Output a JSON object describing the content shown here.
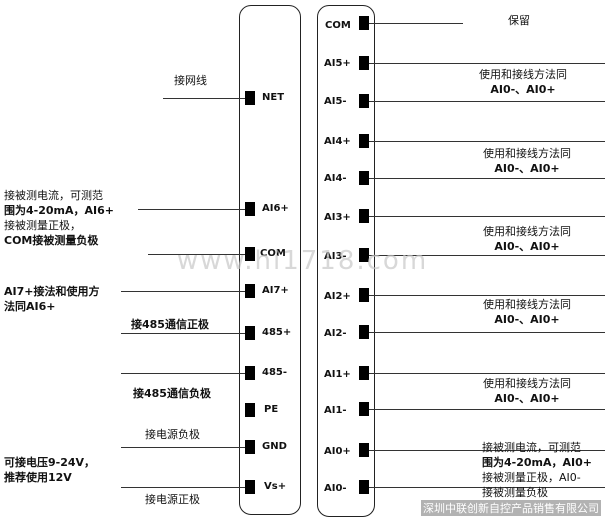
{
  "left_pins": [
    {
      "label": "NET",
      "note": "接网线"
    },
    {
      "label": "AI6+",
      "note": "接被测电流，可测范围为4-20mA，AI6+接被测量正极，COM接被测量负极"
    },
    {
      "label": "COM"
    },
    {
      "label": "AI7+",
      "note": "AI7+接法和使用方法同AI6+"
    },
    {
      "label": "485+",
      "note": "接485通信正极"
    },
    {
      "label": "485-",
      "note": "接485通信负极"
    },
    {
      "label": "PE"
    },
    {
      "label": "GND",
      "note": "接电源负极"
    },
    {
      "label": "Vs+",
      "note": "可接电压9-24V，推荐使用12V",
      "note2": "接电源正极"
    }
  ],
  "right_pins": [
    "COM",
    "AI5+",
    "AI5-",
    "AI4+",
    "AI4-",
    "AI3+",
    "AI3-",
    "AI2+",
    "AI2-",
    "AI1+",
    "AI1-",
    "AI0+",
    "AI0-"
  ],
  "notes_right": {
    "reserved": "保留",
    "same_line1": "使用和接线方法同",
    "same_line2": "AI0-、AI0+",
    "ai0_line1": "接被测电流，可测范",
    "ai0_line2": "围为4-20mA，AI0+",
    "ai0_line3": "接被测量正极，AI0-",
    "ai0_line4": "接被测量负极"
  },
  "notes_left": {
    "net": "接网线",
    "ai6_line1": "接被测电流，可测范",
    "ai6_line2": "围为4-20mA，AI6+",
    "ai6_line3": "接被测量正极，",
    "ai6_line4": "COM接被测量负极",
    "ai7_line1": "AI7+接法和使用方",
    "ai7_line2": "法同AI6+",
    "rs485p": "接485通信正极",
    "rs485n": "接485通信负极",
    "gnd": "接电源负极",
    "vs_line1": "可接电压9-24V，",
    "vs_line2": "推荐使用12V",
    "vs_line3": "接电源正极"
  },
  "watermark": "www.hi1718.com",
  "company": "深圳中联创新自控产品销售有限公司"
}
